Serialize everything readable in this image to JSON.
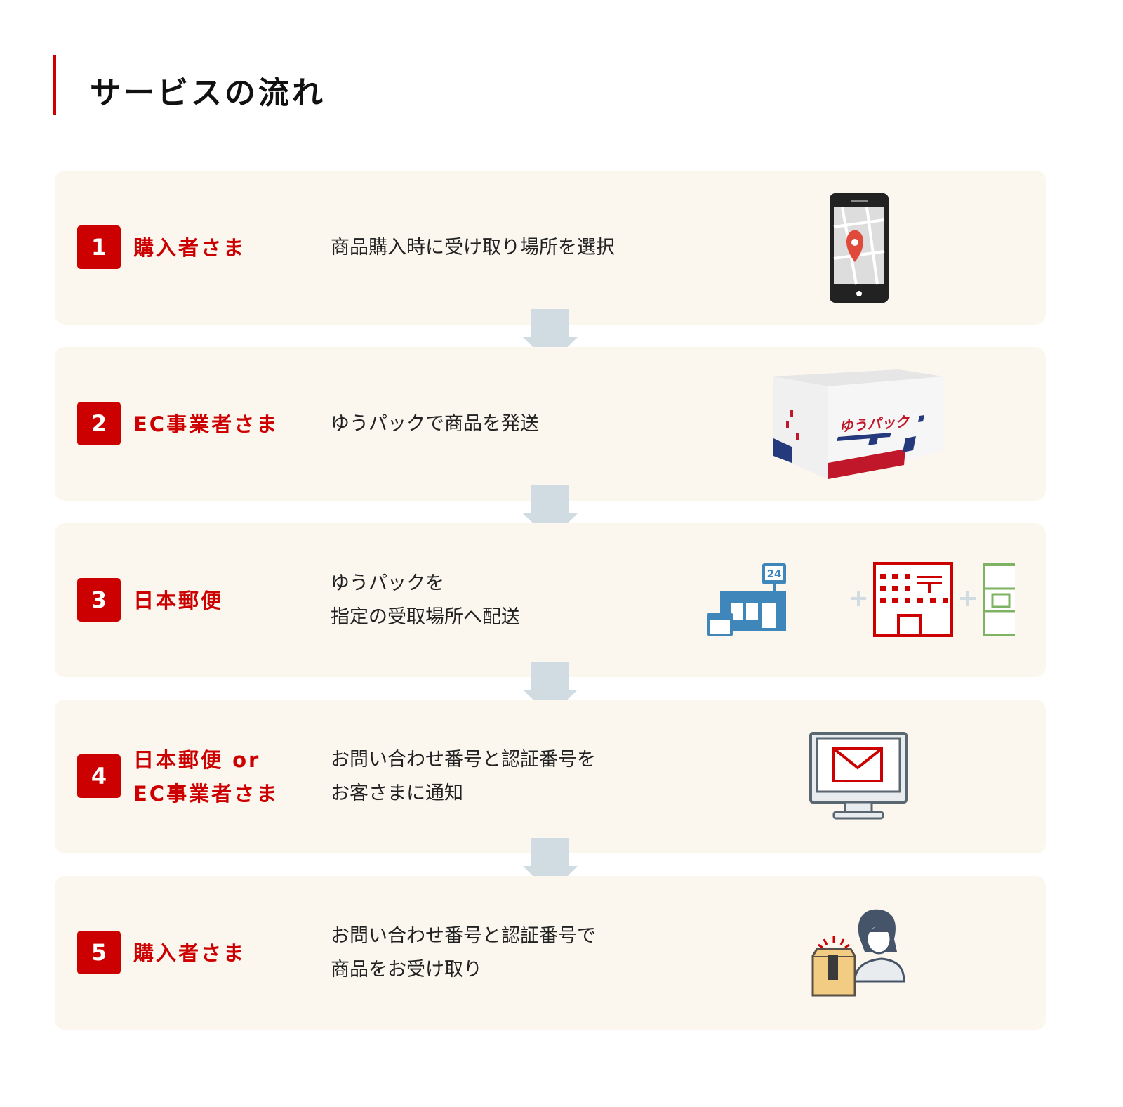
{
  "title": "サービスの流れ",
  "steps": [
    {
      "num": "1",
      "who": [
        "購入者さま"
      ],
      "desc": [
        "商品購入時に受け取り場所を選択"
      ],
      "icon": "smartphone-map-pin-icon"
    },
    {
      "num": "2",
      "who": [
        "EC事業者さま"
      ],
      "desc": [
        "ゆうパックで商品を発送"
      ],
      "icon": "yu-pack-box-icon",
      "logo_text": "ゆうパック"
    },
    {
      "num": "3",
      "who": [
        "日本郵便"
      ],
      "desc": [
        "ゆうパックを",
        "指定の受取場所へ配送"
      ],
      "icon": "pickup-locations-icon",
      "convenience_store_sign": "24"
    },
    {
      "num": "4",
      "who": [
        "日本郵便 or",
        "EC事業者さま"
      ],
      "desc": [
        "お問い合わせ番号と認証番号を",
        "お客さまに通知"
      ],
      "icon": "monitor-mail-icon"
    },
    {
      "num": "5",
      "who": [
        "購入者さま"
      ],
      "desc": [
        "お問い合わせ番号と認証番号で",
        "商品をお受け取り"
      ],
      "icon": "person-receiving-package-icon"
    }
  ],
  "colors": {
    "accent": "#cc0000",
    "card": "#fbf7ef",
    "arrow": "#d0dce2"
  }
}
